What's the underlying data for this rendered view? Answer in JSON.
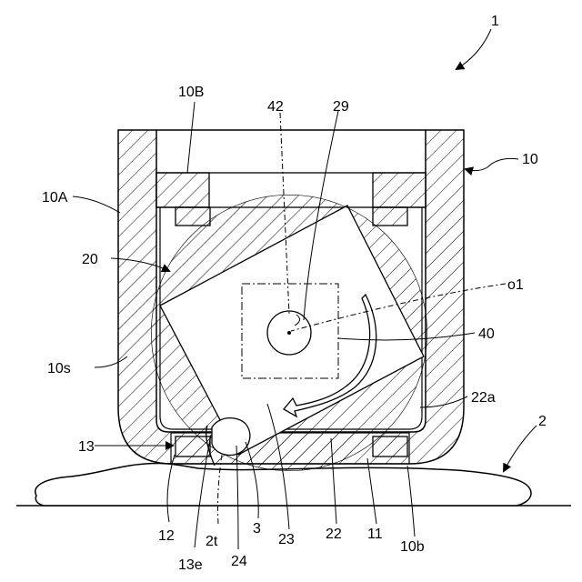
{
  "figure": {
    "labels": {
      "assembly": "1",
      "housing": "10",
      "housing_side_left": "10A",
      "housing_top": "10B",
      "housing_inner_surface": "10s",
      "housing_bottom": "10b",
      "bearing": "11",
      "block": "12",
      "lip": "13",
      "lip_edge": "13e",
      "rotor": "20",
      "rotor_body": "22",
      "rotor_face": "22a",
      "groove": "23",
      "tip": "24",
      "bore": "29",
      "shaft_axis": "42",
      "square_region": "40",
      "center": "o1",
      "ground": "2",
      "ground_top": "2t",
      "ball": "3"
    }
  }
}
